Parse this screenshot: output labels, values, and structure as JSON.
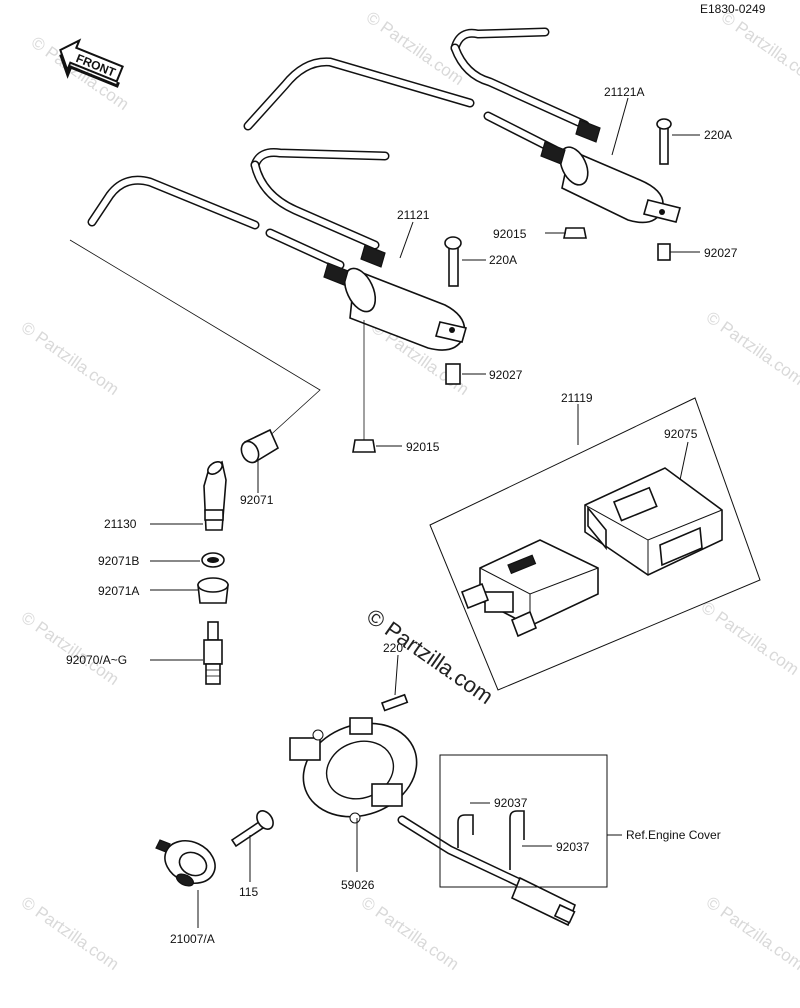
{
  "diagram_code": "E1830-0249",
  "front_label": "FRONT",
  "watermark": {
    "main": "© Partzilla.com",
    "tile": "© Partzilla.com"
  },
  "parts": {
    "p21121A": "21121A",
    "p220A_top": "220A",
    "p92015_top": "92015",
    "p92027_top": "92027",
    "p21121": "21121",
    "p220A": "220A",
    "p92027": "92027",
    "p92015": "92015",
    "p21119": "21119",
    "p92075": "92075",
    "p92071": "92071",
    "p21130": "21130",
    "p92071B": "92071B",
    "p92071A": "92071A",
    "p92070": "92070/A~G",
    "p220": "220",
    "p92037a": "92037",
    "p92037b": "92037",
    "ref_engine_cover": "Ref.Engine Cover",
    "p59026": "59026",
    "p115": "115",
    "p21007": "21007/A"
  }
}
